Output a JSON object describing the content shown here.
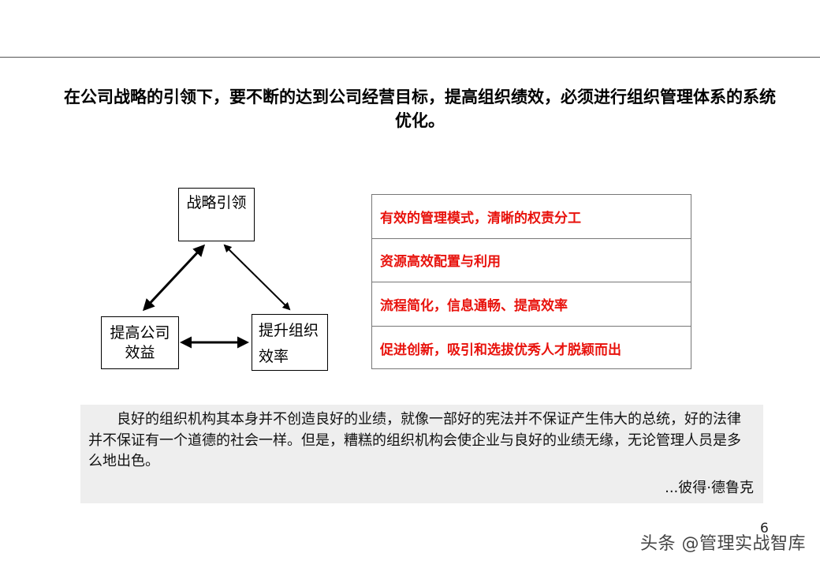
{
  "headline": "在公司战略的引领下，要不断的达到公司经营目标，提高组织绩效，必须进行组织管理体系的系统优化。",
  "diagram": {
    "strategy": "战略引领",
    "benefit": "提高公司效益",
    "efficiency": "提升组织效率"
  },
  "requirements": [
    "有效的管理模式，清晰的权责分工",
    "资源高效配置与利用",
    "流程简化，信息通畅、提高效率",
    "促进创新，吸引和选拔优秀人才脱颖而出"
  ],
  "quote": {
    "text": "良好的组织机构其本身并不创造良好的业绩，就像一部好的宪法并不保证产生伟大的总统，好的法律并不保证有一个道德的社会一样。但是，糟糕的组织机构会使企业与良好的业绩无缘，无论管理人员是多么地出色。",
    "attribution": "...彼得·德鲁克"
  },
  "page_number": "6",
  "watermark": "头条 @管理实战智库",
  "colors": {
    "requirement_text": "#e8120c",
    "quote_background": "#eeeeee"
  }
}
